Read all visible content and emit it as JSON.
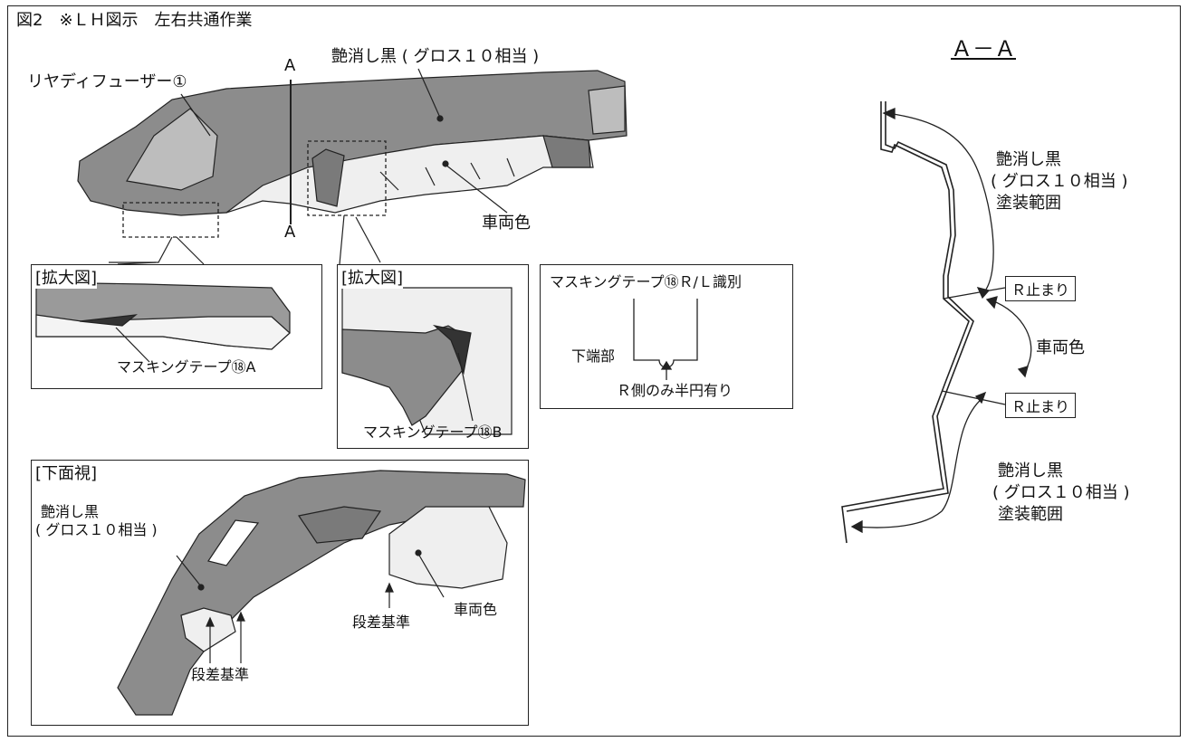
{
  "figure_title": "図2　※ＬＨ図示　左右共通作業",
  "main_view": {
    "part_label": "リヤディフューザー①",
    "section_mark_top": "A",
    "section_mark_bottom": "A",
    "gloss_black_label": "艶消し黒 ( グロス１０相当 )",
    "body_color_label": "車両色"
  },
  "zoom_a": {
    "title": "[拡大図]",
    "tape_label": "マスキングテープ⑱A"
  },
  "zoom_b": {
    "title": "[拡大図]",
    "tape_label": "マスキングテープ⑱B"
  },
  "id_box": {
    "title": "マスキングテープ⑱Ｒ/Ｌ識別",
    "bottom_end_label": "下端部",
    "note": "Ｒ側のみ半円有り"
  },
  "bottom_view": {
    "title": "[下面視]",
    "gloss_black_line1": "艶消し黒",
    "gloss_black_line2": "( グロス１０相当 )",
    "step_ref_label_1": "段差基準",
    "step_ref_label_2": "段差基準",
    "body_color_label": "車両色"
  },
  "section_view": {
    "title": "Ａ－Ａ",
    "upper_label_line1": "艶消し黒",
    "upper_label_line2": "( グロス１０相当 )",
    "upper_label_line3": "塗装範囲",
    "stop_upper": "Ｒ止まり",
    "body_color_label": "車両色",
    "stop_lower": "Ｒ止まり",
    "lower_label_line1": "艶消し黒",
    "lower_label_line2": "( グロス１０相当 )",
    "lower_label_line3": "塗装範囲"
  },
  "colors": {
    "part_gray": "#8c8c8c",
    "part_light": "#e6e6e6",
    "line": "#222222"
  }
}
